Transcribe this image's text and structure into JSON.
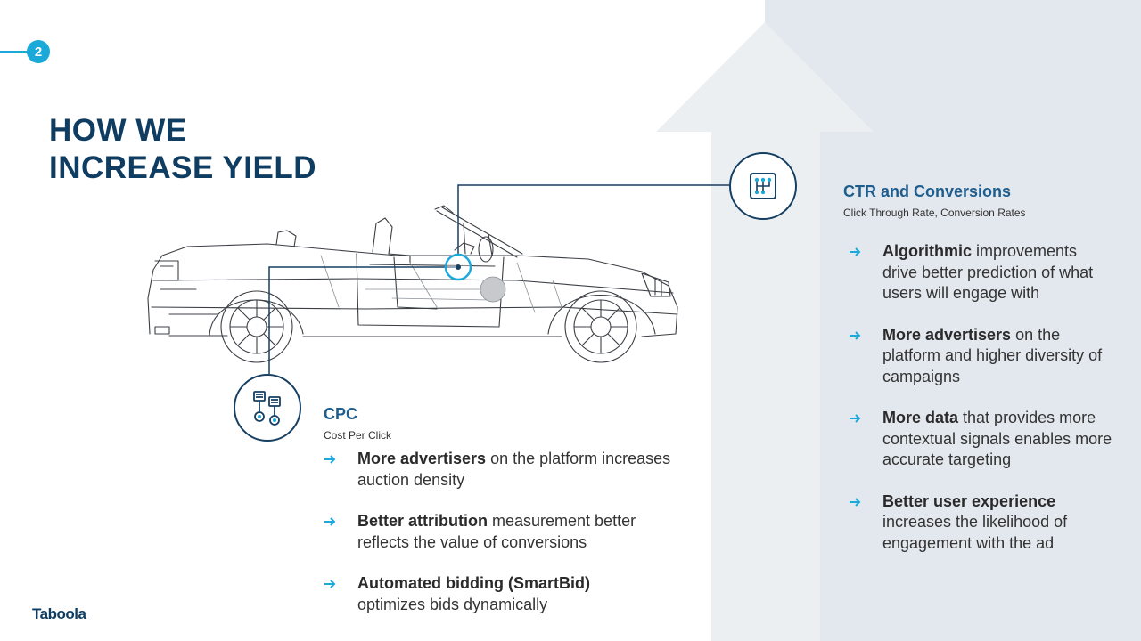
{
  "page": {
    "number": "2"
  },
  "title": {
    "line1": "HOW WE",
    "line2": "INCREASE YIELD"
  },
  "ctr": {
    "title": "CTR and Conversions",
    "subtitle": "Click Through Rate, Conversion Rates",
    "icon": "gear-shifter-icon",
    "bullets": [
      {
        "strong": "Algorithmic",
        "rest": " improvements drive better prediction of what users will engage with"
      },
      {
        "strong": "More advertisers",
        "rest": " on the platform and higher diversity of campaigns"
      },
      {
        "strong": "More data",
        "rest": " that provides more contextual signals enables more accurate targeting"
      },
      {
        "strong": "Better user experience",
        "rest": " increases the likelihood of engagement with the ad"
      }
    ]
  },
  "cpc": {
    "title": "CPC",
    "subtitle": "Cost Per Click",
    "icon": "engine-pistons-icon",
    "bullets": [
      {
        "strong": "More advertisers",
        "rest": " on the platform increases auction density"
      },
      {
        "strong": "Better attribution",
        "rest": " measurement better reflects the value of conversions"
      },
      {
        "strong": "Automated bidding (SmartBid)",
        "rest": " optimizes bids dynamically"
      }
    ]
  },
  "logo": {
    "text": "Taboola"
  },
  "colors": {
    "navy": "#0f3c61",
    "accent": "#1ba9d9",
    "heading_blue": "#1f5d8c",
    "panel": "#e3e8ee",
    "arrow": "#eceff2"
  }
}
